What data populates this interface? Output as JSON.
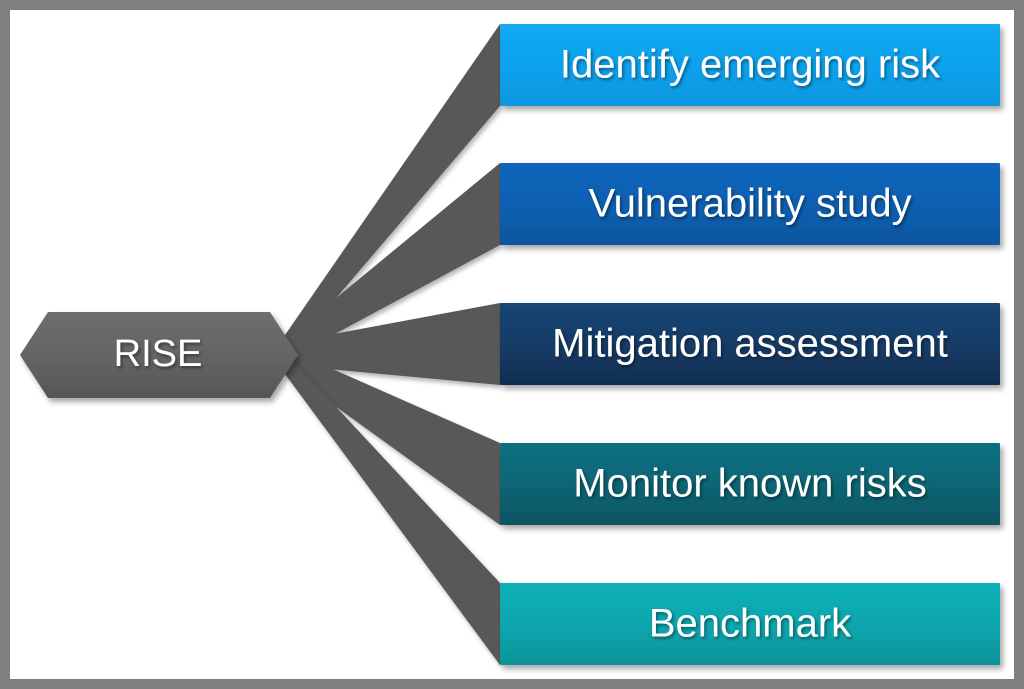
{
  "diagram": {
    "type": "radial-fan-process",
    "title_shape_label": "RISE",
    "frame_color": "#7f7f7f",
    "canvas_color": "#ffffff",
    "hub": {
      "label": "RISE",
      "fill": "#636363",
      "text_color": "#ffffff"
    },
    "connector": {
      "fill": "#595959",
      "count": 5
    },
    "branches": [
      {
        "id": "identify-emerging-risk",
        "label": "Identify emerging risk",
        "color": "#0ba1ec",
        "color_dark": "#0a93d8",
        "text_color": "#ffffff"
      },
      {
        "id": "vulnerability-study",
        "label": "Vulnerability study",
        "color": "#0b5fb0",
        "color_dark": "#0a569e",
        "text_color": "#ffffff"
      },
      {
        "id": "mitigation-assessment",
        "label": "Mitigation assessment",
        "color": "#153b66",
        "color_dark": "#12345a",
        "text_color": "#ffffff"
      },
      {
        "id": "monitor-known-risks",
        "label": "Monitor known risks",
        "color": "#0c6675",
        "color_dark": "#0a5b69",
        "text_color": "#ffffff"
      },
      {
        "id": "benchmark",
        "label": "Benchmark",
        "color": "#0da5ad",
        "color_dark": "#0c969d",
        "text_color": "#ffffff"
      }
    ]
  }
}
